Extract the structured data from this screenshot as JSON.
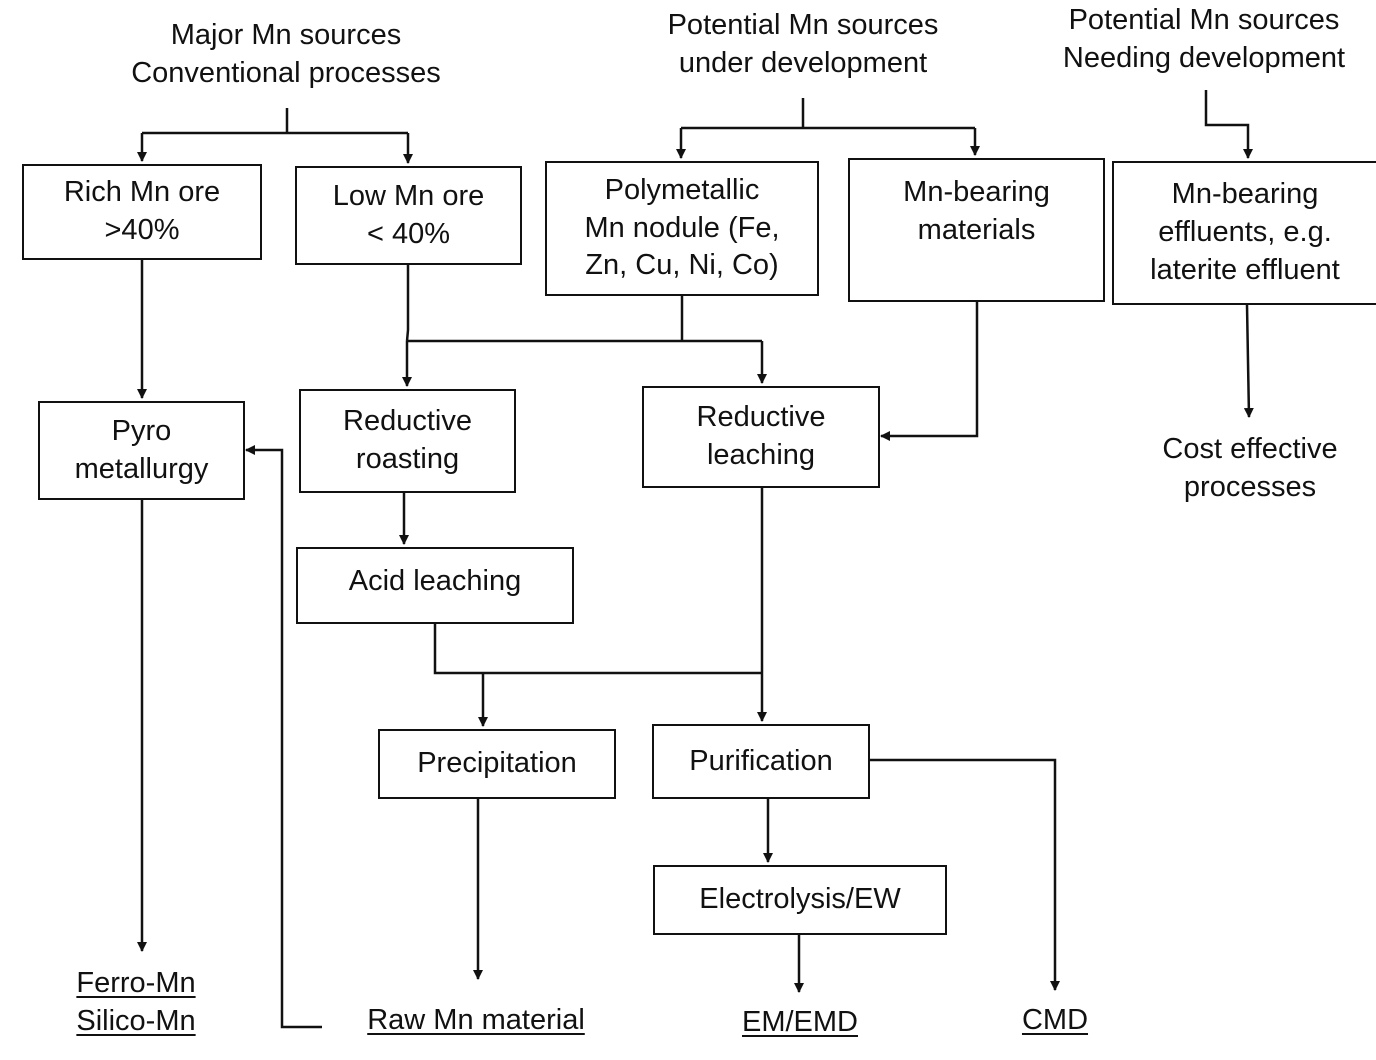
{
  "headers": {
    "major": "Major Mn sources\nConventional processes",
    "under_dev": "Potential Mn sources\nunder development",
    "needing_dev": "Potential Mn sources\nNeeding development"
  },
  "boxes": {
    "rich_ore": "Rich Mn ore\n>40%",
    "low_ore": "Low Mn ore\n< 40%",
    "nodule": "Polymetallic\nMn nodule (Fe,\nZn, Cu, Ni, Co)",
    "mn_materials": "Mn-bearing\nmaterials",
    "mn_effluents": "Mn-bearing\neffluents, e.g.\nlaterite effluent",
    "pyro": "Pyro\nmetallurgy",
    "red_roasting": "Reductive\nroasting",
    "red_leaching": "Reductive\nleaching",
    "acid_leaching": "Acid leaching",
    "precipitation": "Precipitation",
    "purification": "Purification",
    "electrolysis": "Electrolysis/EW"
  },
  "outputs": {
    "cost_effective": "Cost effective\nprocesses",
    "ferro": "Ferro-Mn\nSilico-Mn",
    "raw": "Raw Mn material",
    "em": "EM/EMD",
    "cmd": "CMD"
  }
}
